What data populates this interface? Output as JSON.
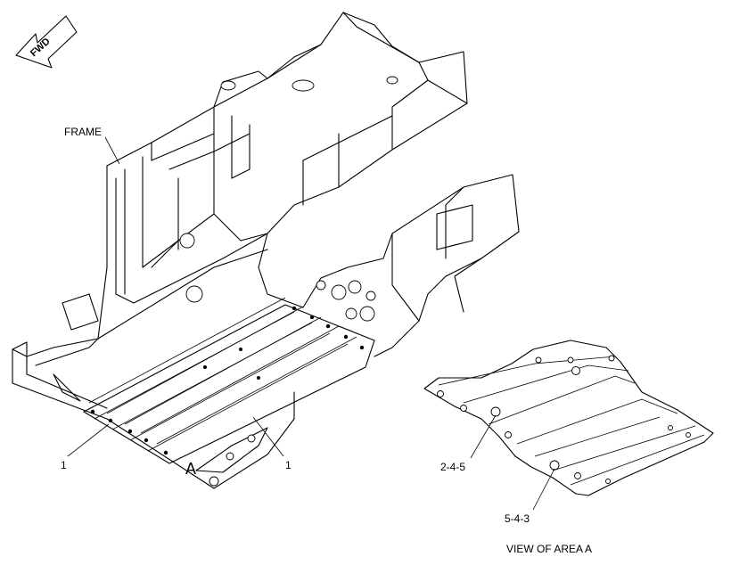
{
  "labels": {
    "fwd": "FWD",
    "frame": "FRAME",
    "callout_left": "1",
    "callout_right": "1",
    "area_marker": "A",
    "callout_245": "2-4-5",
    "callout_543": "5-4-3",
    "view_caption": "VIEW OF AREA A"
  }
}
